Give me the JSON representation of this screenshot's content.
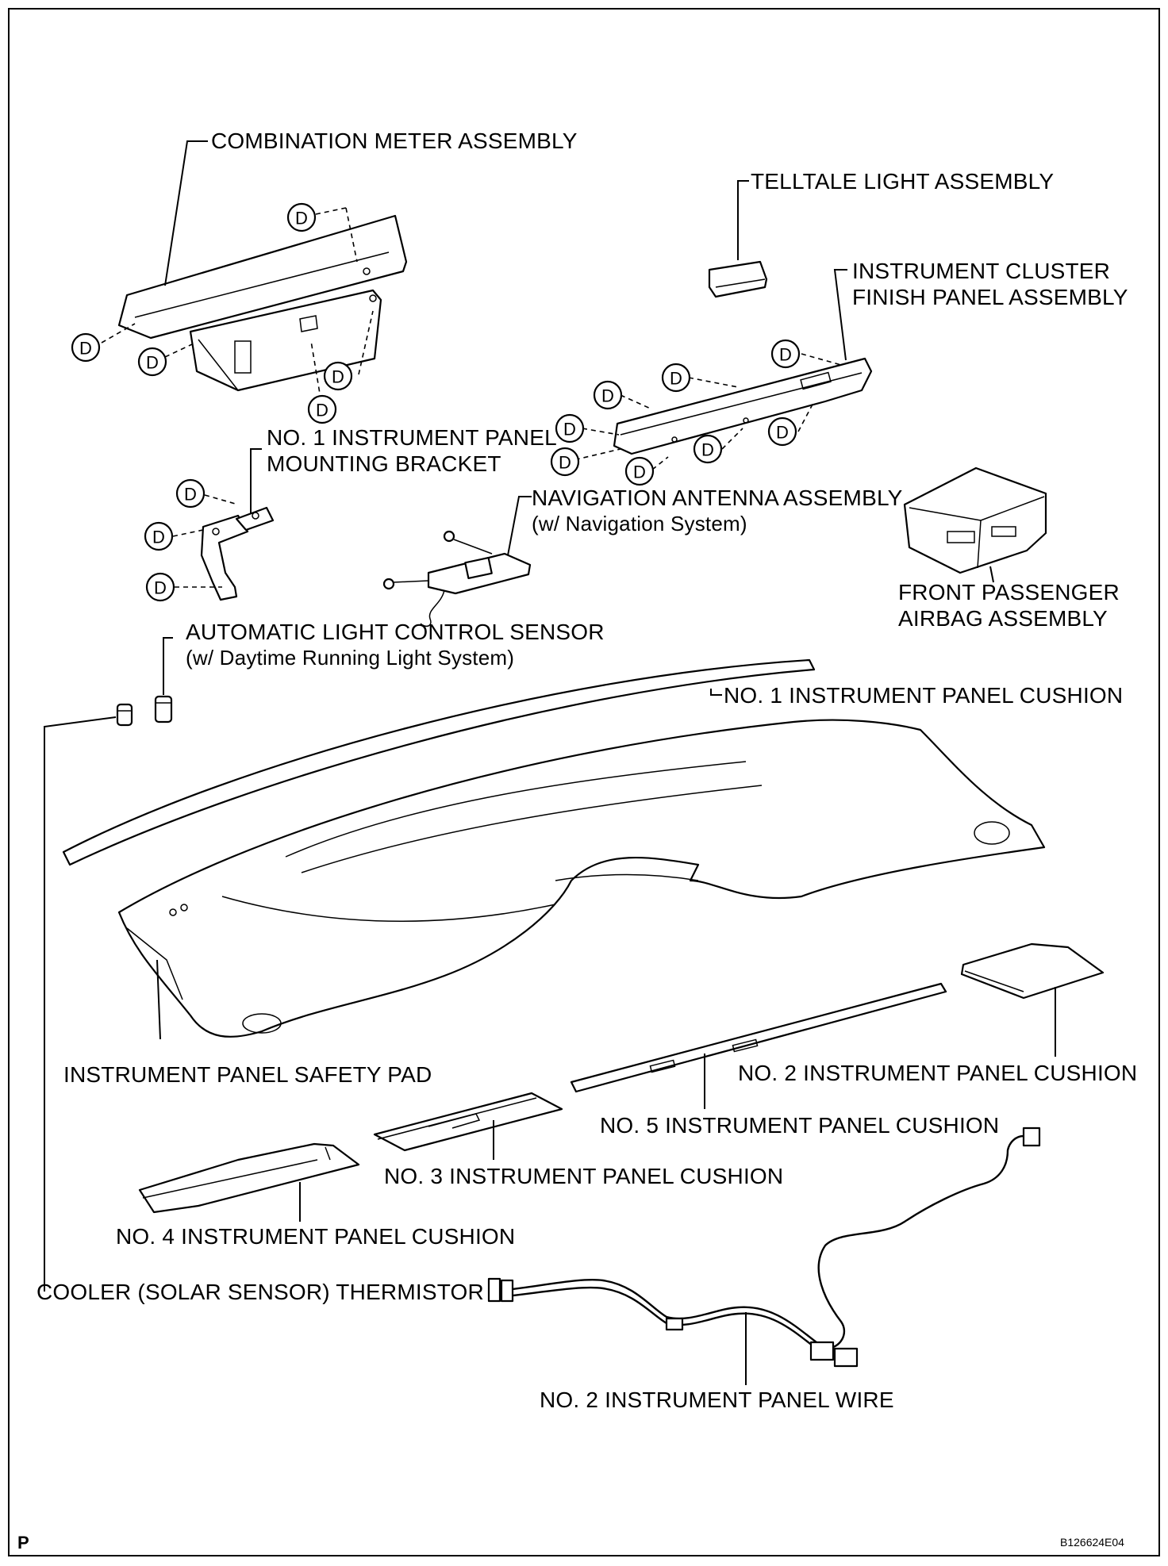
{
  "labels": {
    "combination_meter": "COMBINATION METER ASSEMBLY",
    "telltale_light": "TELLTALE LIGHT ASSEMBLY",
    "instrument_cluster_l1": "INSTRUMENT CLUSTER",
    "instrument_cluster_l2": "FINISH PANEL ASSEMBLY",
    "mounting_bracket_l1": "NO. 1 INSTRUMENT PANEL",
    "mounting_bracket_l2": "MOUNTING BRACKET",
    "nav_antenna_l1": "NAVIGATION ANTENNA ASSEMBLY",
    "nav_antenna_l2": "(w/ Navigation System)",
    "airbag_l1": "FRONT PASSENGER",
    "airbag_l2": "AIRBAG ASSEMBLY",
    "light_sensor_l1": "AUTOMATIC LIGHT CONTROL SENSOR",
    "light_sensor_l2": "(w/ Daytime Running Light System)",
    "cushion_1": "NO. 1 INSTRUMENT PANEL CUSHION",
    "safety_pad": "INSTRUMENT PANEL SAFETY PAD",
    "cushion_2": "NO. 2 INSTRUMENT PANEL CUSHION",
    "cushion_5": "NO. 5 INSTRUMENT PANEL CUSHION",
    "cushion_3": "NO. 3 INSTRUMENT PANEL CUSHION",
    "cushion_4": "NO. 4 INSTRUMENT PANEL CUSHION",
    "thermistor": "COOLER (SOLAR SENSOR) THERMISTOR",
    "panel_wire": "NO. 2 INSTRUMENT PANEL WIRE"
  },
  "clip_marker": "D",
  "corner_mark": "P",
  "figure_code": "B126624E04"
}
